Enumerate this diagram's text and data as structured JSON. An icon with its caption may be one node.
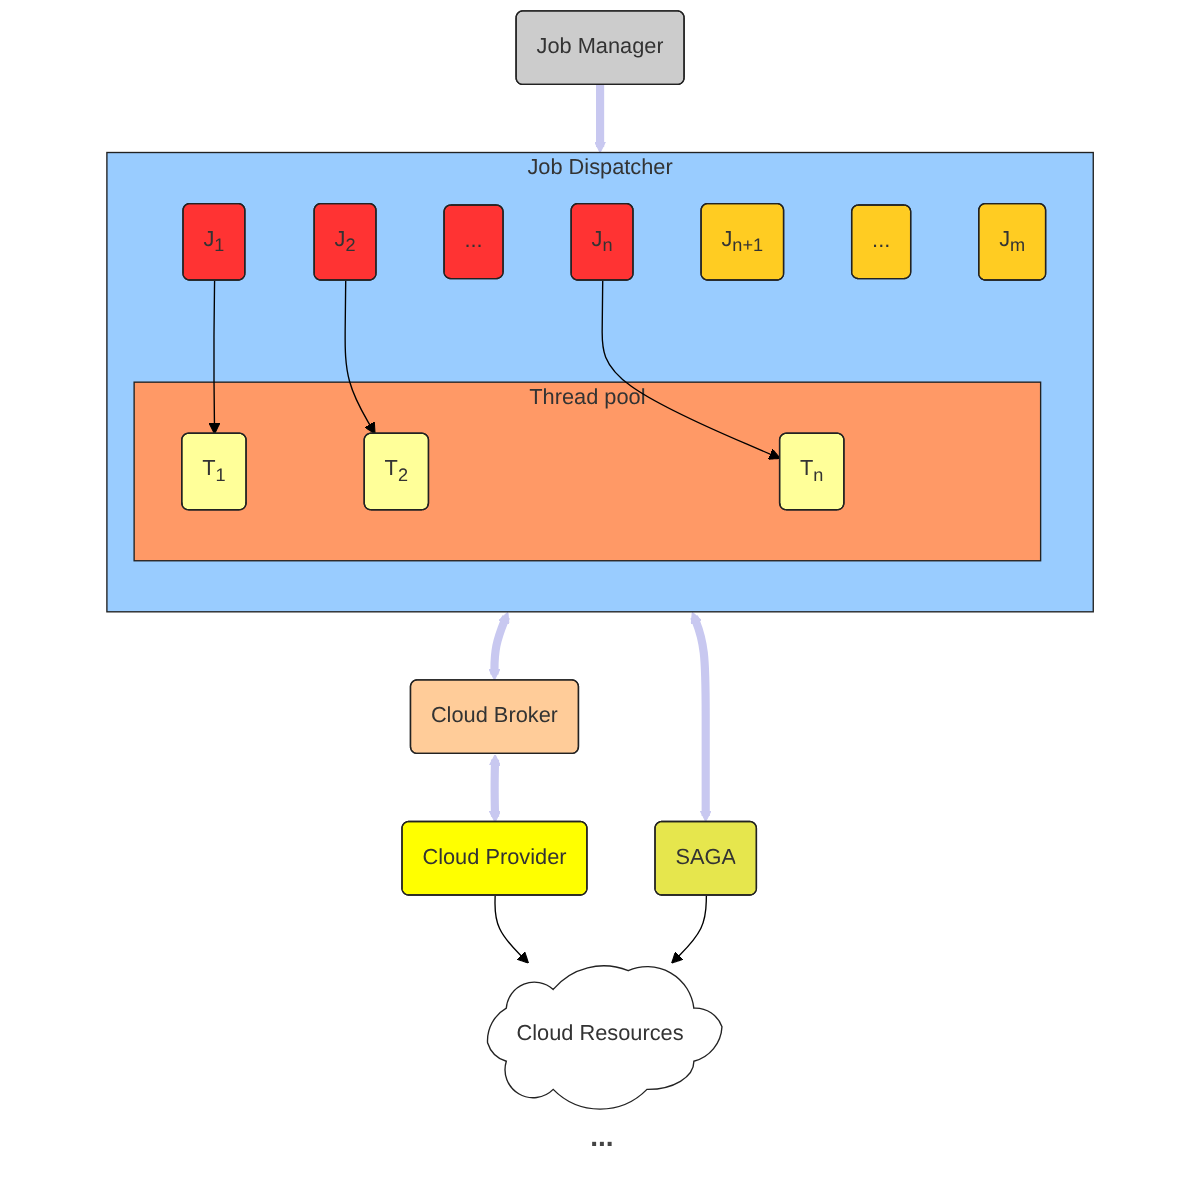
{
  "diagram": {
    "nodes": [
      {
        "text": [
          "Job Manager"
        ]
      },
      {
        "text": [
          "Job Dispatcher"
        ]
      },
      {
        "text": [
          "J$_{1}$"
        ],
        "in": 1
      },
      {
        "text": [
          "J$_{2}$"
        ],
        "in": 1
      },
      {
        "text": [
          "..."
        ],
        "in": 1
      },
      {
        "text": [
          "J$_{n}$"
        ],
        "in": 1
      },
      {
        "text": [
          "J$_{n+1}$"
        ],
        "in": 1
      },
      {
        "text": [
          "..."
        ],
        "in": 1
      },
      {
        "text": [
          "J$_{m}$"
        ],
        "in": 1
      },
      {
        "text": [
          "Thread pool"
        ],
        "in": 1
      },
      {
        "text": [
          "T$_{1}$"
        ],
        "in": 9
      },
      {
        "text": [
          "T$_{2}$"
        ],
        "in": 9
      },
      {
        "text": [
          "T$_{n}$"
        ],
        "in": 9
      },
      {
        "text": [
          "Cloud Broker"
        ]
      },
      {
        "text": [
          "SAGA"
        ]
      },
      {
        "text": [
          "Cloud Provider"
        ]
      },
      {
        "text": [
          "Cloud Resources"
        ]
      }
    ],
    "edges": [
      {
        "from": 0,
        "to": 1,
        "arrow": "to",
        "style": "thick",
        "color": "#c8c8f0"
      },
      {
        "from": 2,
        "to": 10,
        "arrow": "to"
      },
      {
        "from": 3,
        "to": 11,
        "arrow": "to"
      },
      {
        "from": 5,
        "to": 12,
        "arrow": "to"
      },
      {
        "from": 1,
        "to": 13,
        "arrow": "both",
        "style": "thick",
        "color": "#c8c8f0"
      },
      {
        "from": 1,
        "to": 14,
        "arrow": "both",
        "style": "thick",
        "color": "#c8c8f0"
      },
      {
        "from": 13,
        "to": 15,
        "arrow": "both",
        "style": "thick",
        "color": "#c8c8f0"
      },
      {
        "from": 15,
        "to": 16,
        "arrow": "to"
      },
      {
        "from": 14,
        "to": 16,
        "arrow": "to"
      }
    ],
    "labels": [
      "..."
    ]
  }
}
